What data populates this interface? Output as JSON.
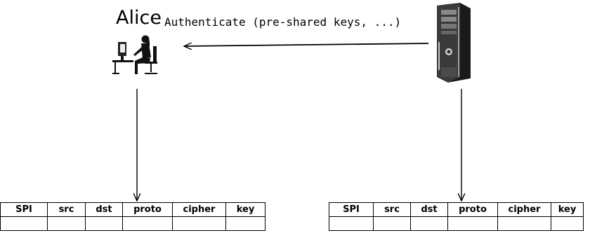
{
  "alice": {
    "name": "Alice"
  },
  "message": {
    "text": "Authenticate (pre-shared keys, ...)"
  },
  "sad_columns": [
    "SPI",
    "src",
    "dst",
    "proto",
    "cipher",
    "key"
  ],
  "icons": {
    "alice": "person-at-computer-icon",
    "server": "tower-server-icon"
  }
}
